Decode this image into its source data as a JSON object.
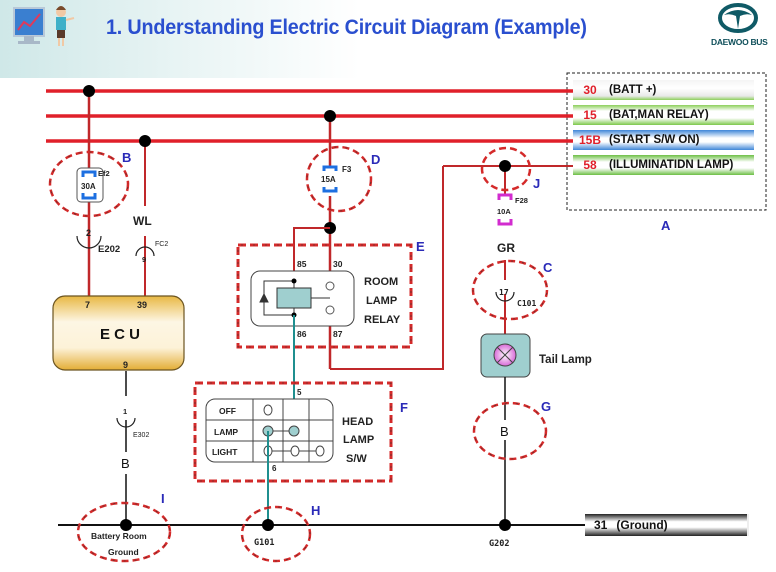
{
  "header": {
    "title": "1. Understanding Electric Circuit Diagram (Example)",
    "logo_text": "DAEWOO BUS"
  },
  "legend": {
    "box_label": "A",
    "rows": [
      {
        "num": "30",
        "text": "(BATT +)"
      },
      {
        "num": "15",
        "text": "(BAT,MAN RELAY)"
      },
      {
        "num": "15B",
        "text": "(START S/W ON)"
      },
      {
        "num": "58",
        "text": "(ILLUMINATIDN LAMP)"
      }
    ],
    "ground": {
      "num": "31",
      "text": "(Ground)"
    }
  },
  "callouts": {
    "b": "B",
    "c": "C",
    "d": "D",
    "e": "E",
    "f": "F",
    "g": "G",
    "h": "H",
    "i": "I",
    "j": "J"
  },
  "components": {
    "fuse_ef2": {
      "name": "Ef2",
      "rating": "30A"
    },
    "fuse_f3": {
      "name": "F3",
      "rating": "15A"
    },
    "fuse_f28": {
      "name": "F28",
      "rating": "10A"
    },
    "connector_e202": {
      "name": "E202",
      "pin": "2"
    },
    "connector_fc2": {
      "name": "FC2",
      "pin": "9"
    },
    "connector_e302": {
      "name": "E302",
      "pin": "1"
    },
    "connector_c101": {
      "name": "C101",
      "pin": "17"
    },
    "wire_wl": "WL",
    "wire_gr": "GR",
    "wire_b1": "B",
    "wire_b2": "B",
    "ecu": {
      "label": "E C U",
      "pins": [
        "7",
        "39",
        "9"
      ]
    },
    "relay": {
      "title_lines": [
        "ROOM",
        "LAMP",
        "RELAY"
      ],
      "pins": [
        "85",
        "30",
        "86",
        "87"
      ]
    },
    "head_lamp_switch": {
      "title_lines": [
        "HEAD",
        "LAMP",
        "S/W"
      ],
      "positions": [
        "OFF",
        "LAMP",
        "LIGHT"
      ],
      "pins": [
        "5",
        "6"
      ]
    },
    "tail_lamp": "Tail Lamp",
    "grounds": {
      "battery_room": [
        "Battery Room",
        "Ground"
      ],
      "g101": "G101",
      "g202": "G202"
    }
  },
  "colors": {
    "title": "#2a4fcf",
    "power_wire": "#e0202a",
    "signal_wire": "#1f8f8f",
    "callout": "#d42a2a",
    "callout_letter": "#2a2ab8",
    "fuse_blue": "#1d6fe0",
    "fuse_magenta": "#d22ccf"
  }
}
